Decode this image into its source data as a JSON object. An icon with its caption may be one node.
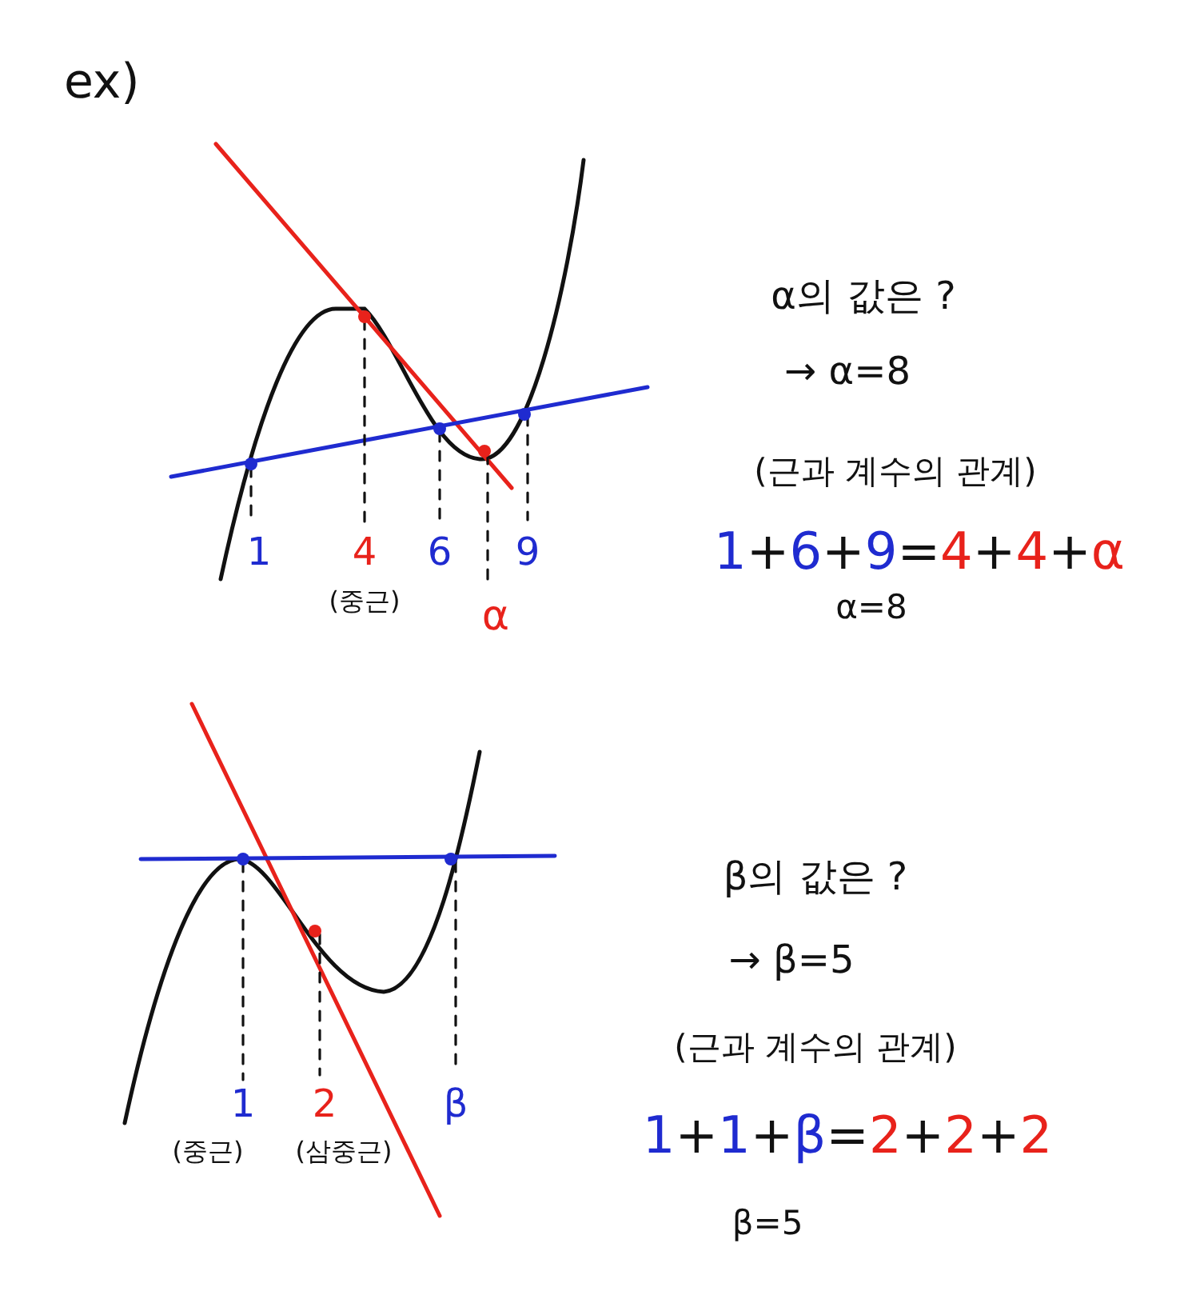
{
  "diagram": {
    "title": "ex)",
    "labels": [
      "α의 값은 ?",
      "→ α=8",
      "(근과 계수의 관계)",
      "1+6+9=4+4+α",
      "α=8",
      "1",
      "4",
      "6",
      "9",
      "(중근)",
      "α",
      "β의 값은 ?",
      "→ β=5",
      "(근과 계수의 관계)",
      "1+1+β=2+2+2",
      "β=5",
      "1",
      "2",
      "β",
      "(중근)",
      "(삼중근)"
    ]
  }
}
